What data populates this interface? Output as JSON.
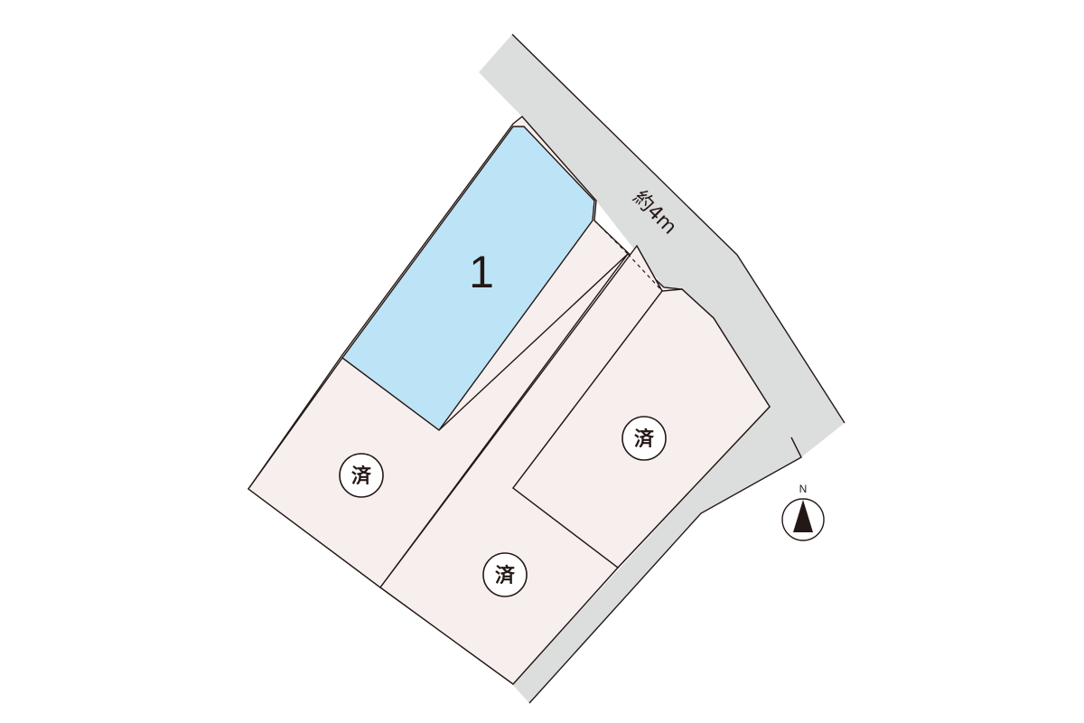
{
  "map": {
    "road_label": "約4m",
    "colors": {
      "road": "#dcdddd",
      "lot_available": "#bde3f7",
      "lot_sold": "#f7efee",
      "line": "#231815"
    },
    "lots": [
      {
        "id": "lot-1",
        "label": "1",
        "status": "available"
      },
      {
        "id": "lot-sold-west",
        "label": "済",
        "status": "sold"
      },
      {
        "id": "lot-sold-south",
        "label": "済",
        "status": "sold"
      },
      {
        "id": "lot-sold-east",
        "label": "済",
        "status": "sold"
      }
    ],
    "compass": {
      "label": "N",
      "icon": "north-arrow-icon"
    }
  }
}
